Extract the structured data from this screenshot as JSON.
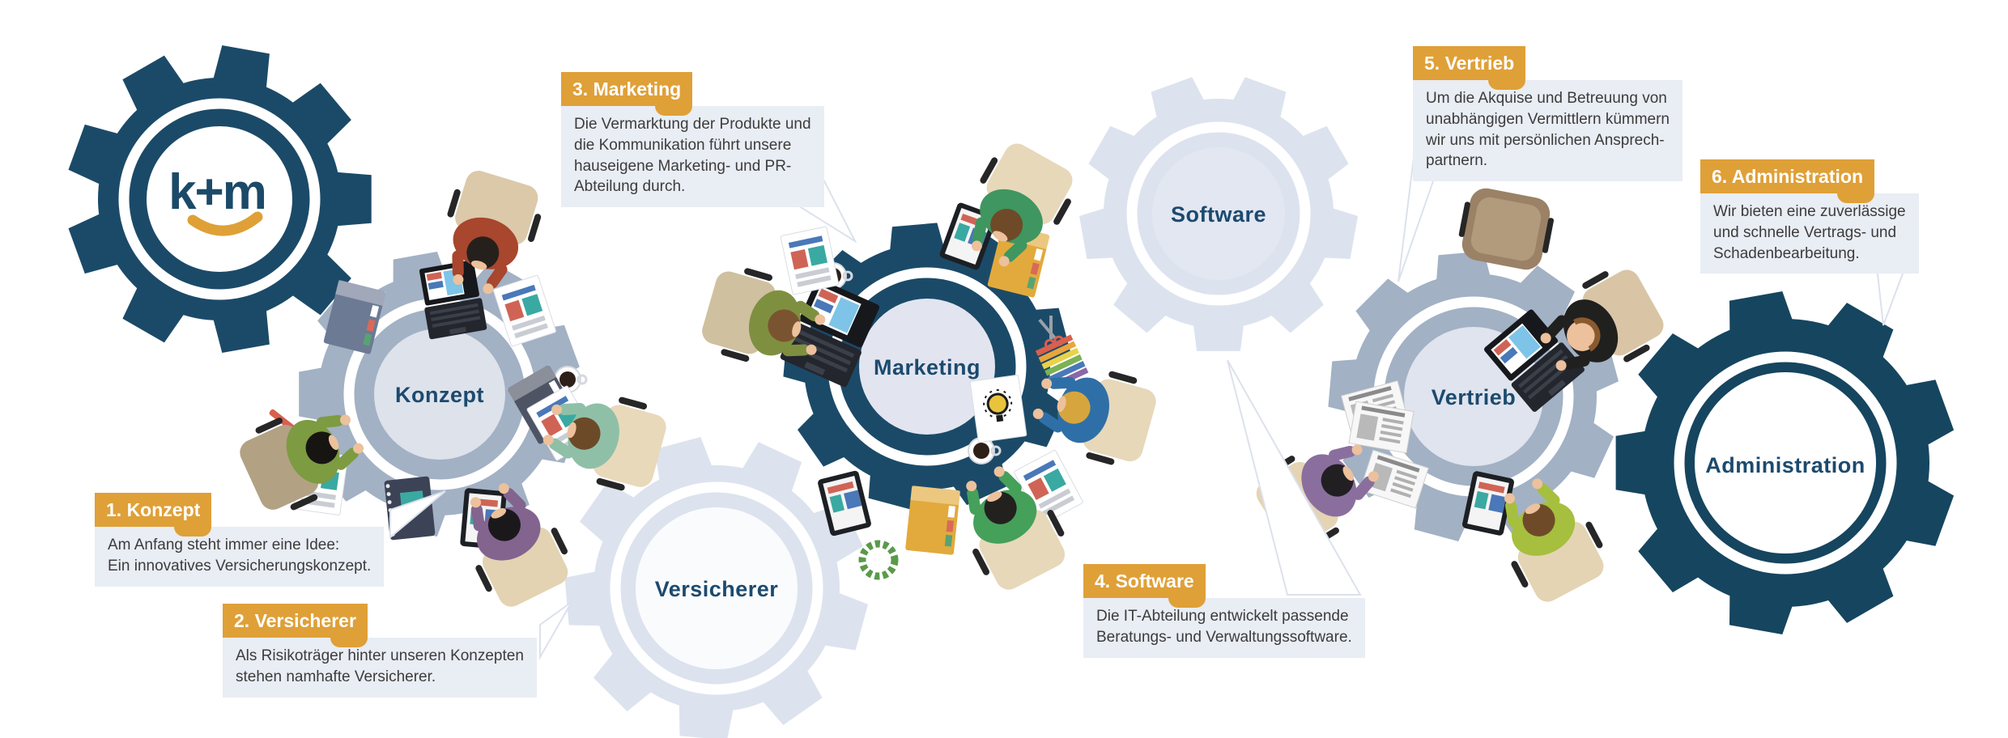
{
  "palette": {
    "navy": "#1b4a68",
    "navy_dark": "#16455f",
    "mid_gear": "#a2b1c4",
    "light_gear": "#dce3ee",
    "orange": "#dfa038",
    "callout_bg": "#e9edf4",
    "body_text": "#3c3c3c",
    "label_text": "#1c4a6e",
    "white": "#ffffff"
  },
  "logo": {
    "text": "k+m"
  },
  "gears": {
    "konzept": {
      "label": "Konzept"
    },
    "versicherer": {
      "label": "Versicherer"
    },
    "marketing": {
      "label": "Marketing"
    },
    "software": {
      "label": "Software"
    },
    "vertrieb": {
      "label": "Vertrieb"
    },
    "administration": {
      "label": "Administration"
    }
  },
  "callouts": [
    {
      "header": "1. Konzept",
      "body": "Am Anfang steht immer eine Idee:\nEin innovatives Versicherungskonzept."
    },
    {
      "header": "2. Versicherer",
      "body": "Als Risikoträger hinter unseren Konzepten\nstehen namhafte Versicherer."
    },
    {
      "header": "3. Marketing",
      "body": "Die Vermarktung der Produkte und\ndie Kommunikation führt unsere\nhauseigene Marketing- und PR-\nAbteilung durch."
    },
    {
      "header": "4. Software",
      "body": "Die IT-Abteilung entwickelt passende\nBeratungs- und Verwaltungssoftware."
    },
    {
      "header": "5. Vertrieb",
      "body": "Um die Akquise und Betreuung von\nunabhängigen Vermittlern kümmern\nwir uns mit persönlichen Ansprech-\npartnern."
    },
    {
      "header": "6. Administration",
      "body": "Wir bieten eine zuverlässige\nund schnelle Vertrags- und\nSchadenbearbeitung."
    }
  ]
}
